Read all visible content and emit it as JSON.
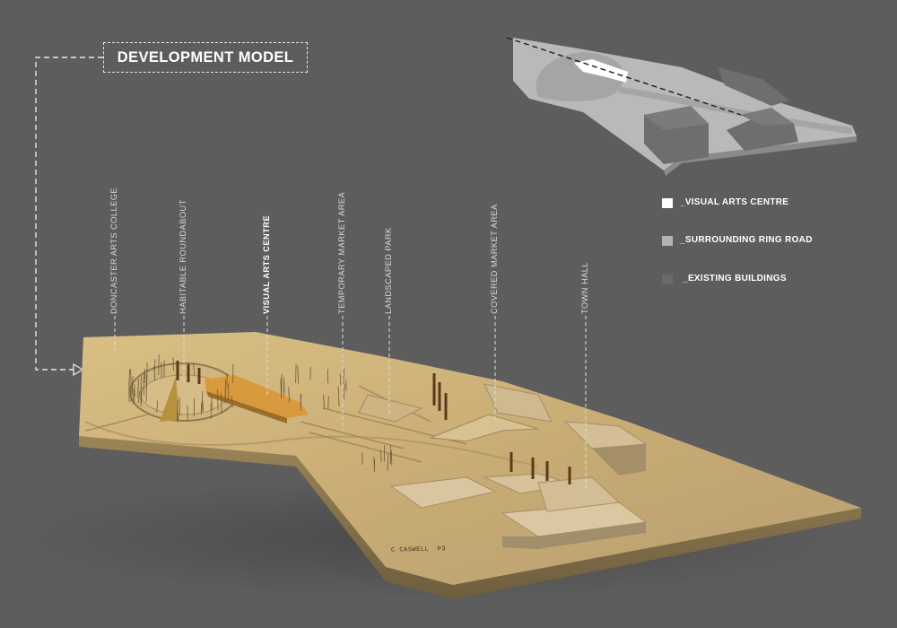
{
  "title": "DEVELOPMENT MODEL",
  "labels": [
    {
      "text": "DONCASTER ARTS COLLEGE"
    },
    {
      "text": "HABITABLE ROUNDABOUT"
    },
    {
      "text": "VISUAL ARTS CENTRE",
      "emphasis": true
    },
    {
      "text": "TEMPORARY MARKET AREA"
    },
    {
      "text": "LANDSCAPED PARK"
    },
    {
      "text": "COVERED MARKET AREA"
    },
    {
      "text": "TOWN HALL"
    }
  ],
  "legend": [
    {
      "label": "_VISUAL ARTS CENTRE",
      "color": "#ffffff"
    },
    {
      "label": "_SURROUNDING RING ROAD",
      "color": "#b4b4b4"
    },
    {
      "label": " _EXISTING BUILDINGS",
      "color": "#6a6a6a"
    }
  ],
  "model_signature": "C CASWELL  P3",
  "colors": {
    "background": "#5d5d5d",
    "model_board": "#c9ae78",
    "model_board_shadow": "#8f7a4f",
    "inset_ground": "#b9b9b9",
    "inset_buildings": "#6e6e6e"
  }
}
